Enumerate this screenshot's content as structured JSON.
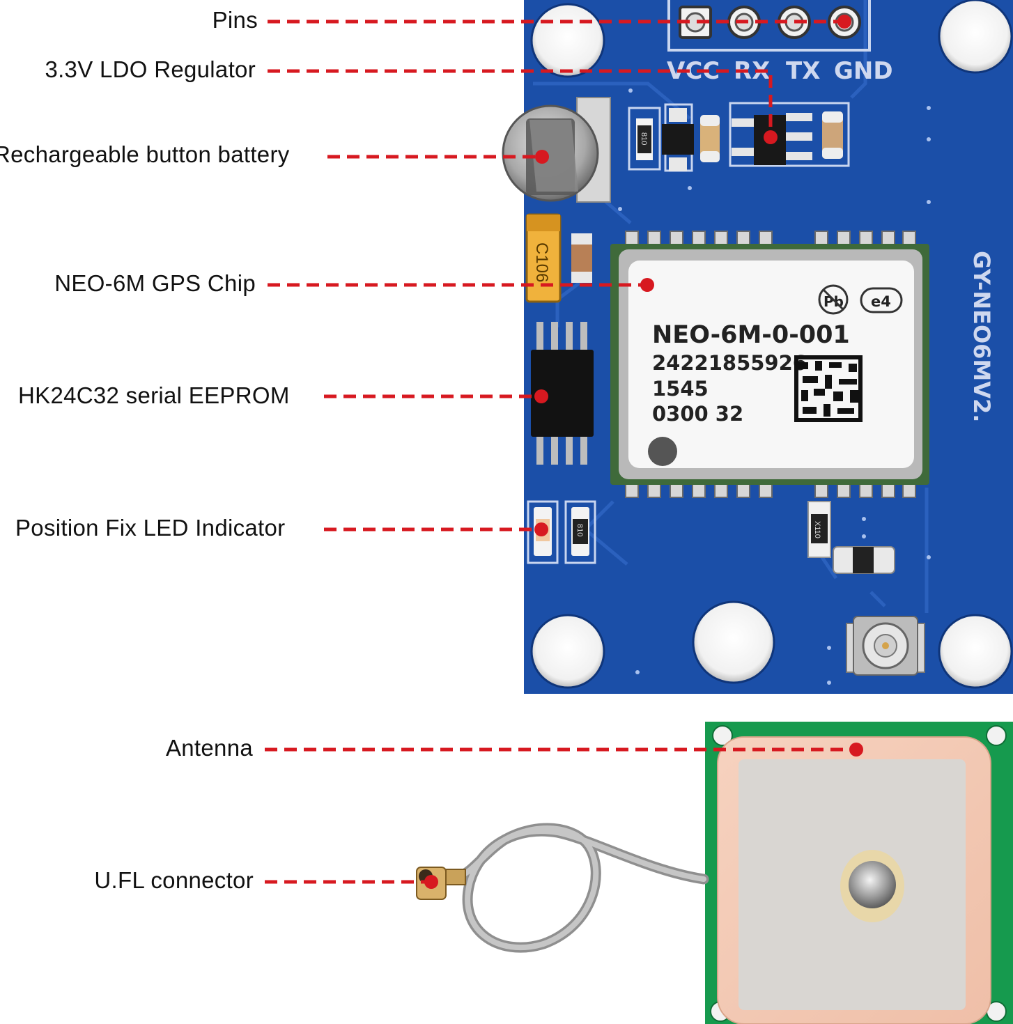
{
  "labels": {
    "pins": "Pins",
    "ldo": "3.3V LDO Regulator",
    "battery": "Rechargeable button battery",
    "gps_chip": "NEO-6M GPS Chip",
    "eeprom": "HK24C32 serial EEPROM",
    "led": "Position Fix LED Indicator",
    "antenna": "Antenna",
    "ufl": "U.FL connector"
  },
  "board": {
    "pin_labels": [
      "VCC",
      "RX",
      "TX",
      "GND"
    ],
    "side_marking": "GY-NEO6MV2.",
    "capacitor_marking": "C106",
    "resistor_marking_1": "810",
    "resistor_marking_2": "810",
    "resistor_marking_3": "X110"
  },
  "chip": {
    "model": "NEO-6M-0-001",
    "line2": "24221855926",
    "line3": "1545",
    "line4": "0300 32",
    "badge_pb": "Pb",
    "badge_e4": "e4"
  },
  "colors": {
    "leader": "#d71920",
    "board_blue": "#1b4fa8",
    "antenna_green": "#169a4e"
  }
}
